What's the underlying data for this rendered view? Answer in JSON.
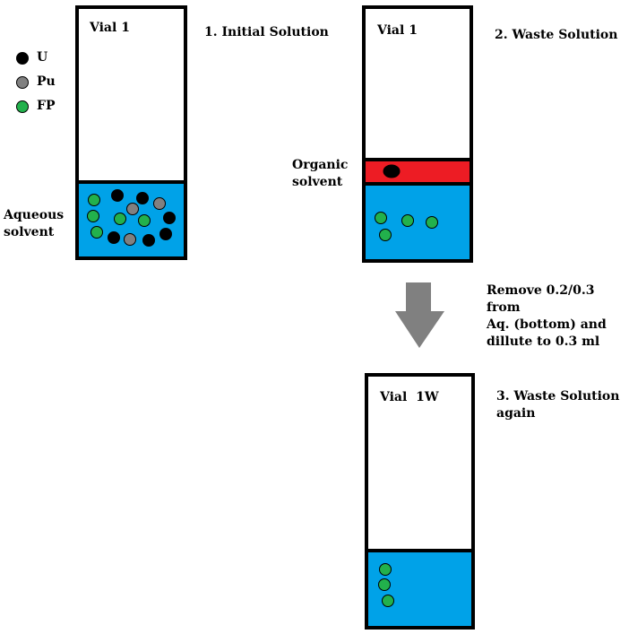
{
  "legend": [
    {
      "label": "U",
      "color": "#000000"
    },
    {
      "label": "Pu",
      "color": "#808080"
    },
    {
      "label": "FP",
      "color": "#22b14c"
    }
  ],
  "colors": {
    "aqueous": "#00a2e8",
    "organic": "#ed1c24",
    "outline": "#000000",
    "arrow": "#808080"
  },
  "vials": {
    "v1": {
      "label": "Vial 1"
    },
    "v2": {
      "label": "Vial 1"
    },
    "v3": {
      "label": "Vial  1W"
    }
  },
  "steps": {
    "s1": "1. Initial Solution",
    "s2": "2. Waste Solution",
    "s3": "3. Waste Solution\nagain"
  },
  "labels": {
    "aqueous": "Aqueous\nsolvent",
    "organic": "Organic\nsolvent",
    "transfer": "Remove 0.2/0.3 from\nAq. (bottom) and\ndillute to 0.3 ml"
  }
}
